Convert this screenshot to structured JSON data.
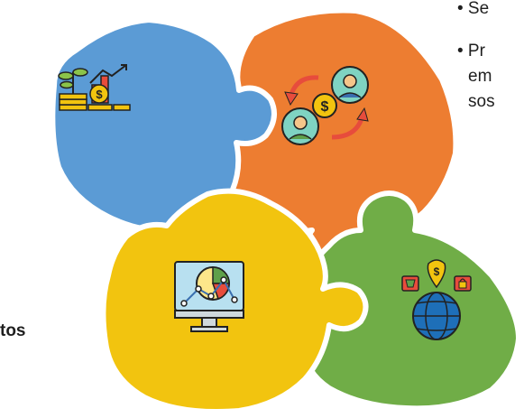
{
  "colors": {
    "blue": "#5b9bd5",
    "orange": "#ed7d31",
    "yellow": "#f2c40f",
    "green": "#70ad47"
  },
  "pieces": [
    {
      "name": "blue",
      "icon": "plant-growth-money-icon"
    },
    {
      "name": "orange",
      "icon": "money-exchange-people-icon"
    },
    {
      "name": "yellow",
      "icon": "monitor-analytics-icon"
    },
    {
      "name": "green",
      "icon": "globe-ecommerce-icon"
    }
  ],
  "text": {
    "bullet1": "• Se",
    "bullet2": "• Pr",
    "line3": "em",
    "line4": "sos",
    "left_bold": "tos"
  }
}
